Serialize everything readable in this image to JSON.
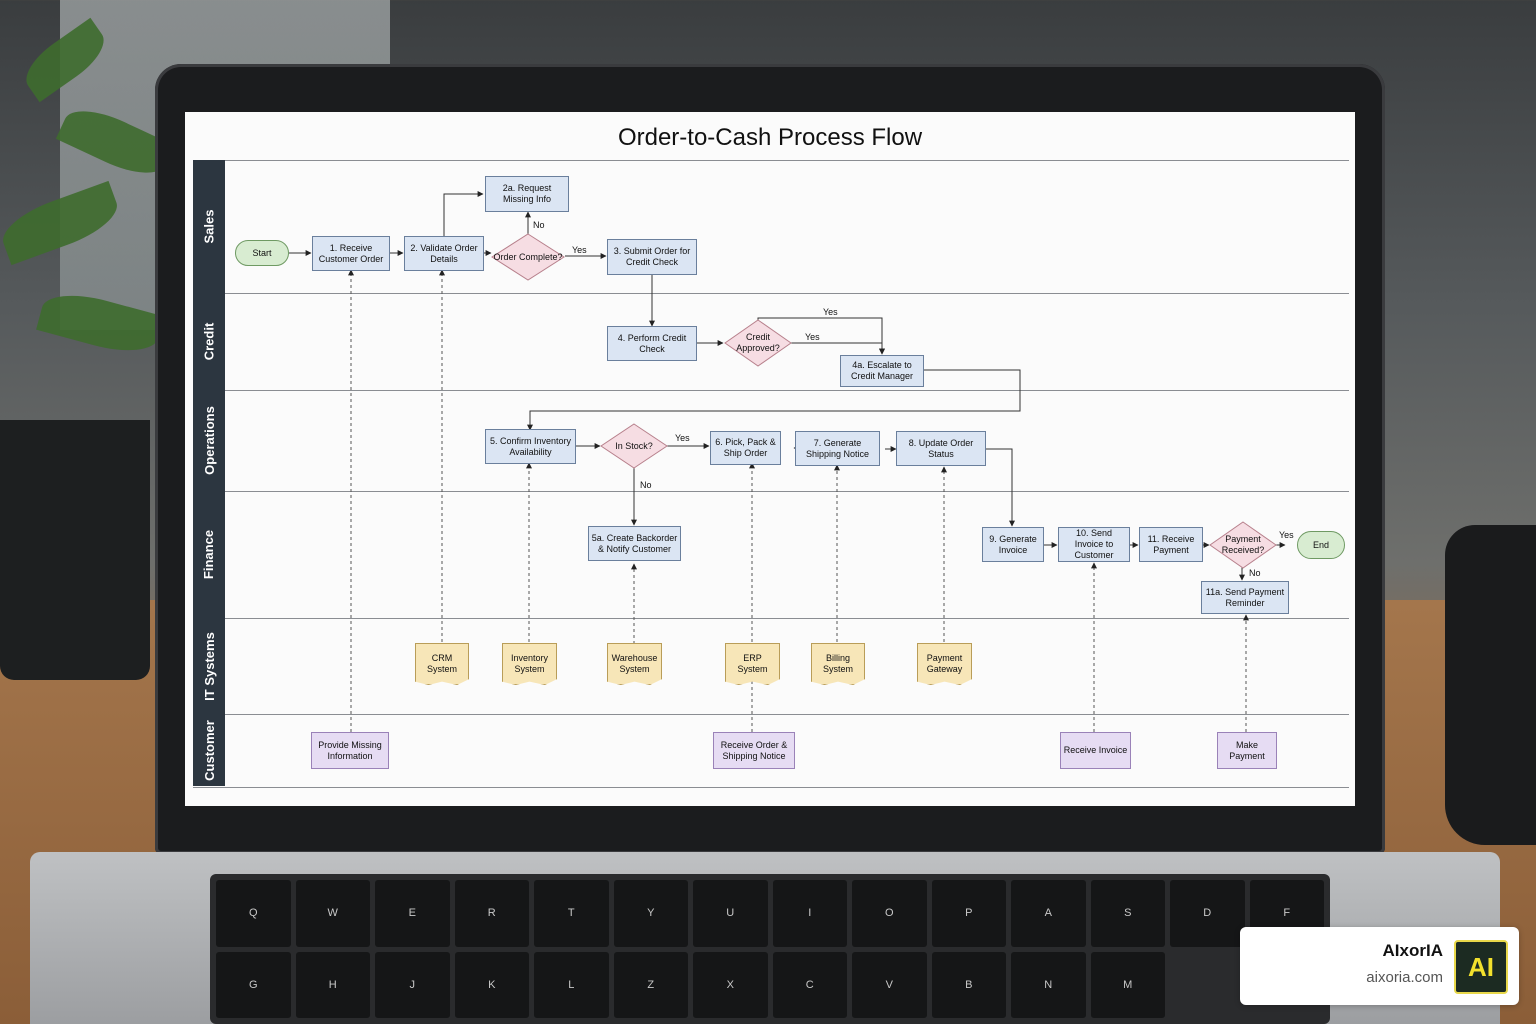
{
  "diagram": {
    "title": "Order-to-Cash Process Flow",
    "lanes": [
      "Sales",
      "Credit",
      "Operations",
      "Finance",
      "IT Systems",
      "Customer"
    ],
    "nodes": {
      "start": "Start",
      "receive_order": "1. Receive Customer Order",
      "validate_order": "2. Validate Order Details",
      "order_complete": "Order Complete?",
      "request_info": "2a. Request Missing Info",
      "submit_credit": "3. Submit Order for Credit Check",
      "perform_credit": "4. Perform Credit Check",
      "credit_approved": "Credit Approved?",
      "escalate": "4a. Escalate to Credit Manager",
      "confirm_inventory": "5. Confirm Inventory Availability",
      "in_stock": "In Stock?",
      "backorder": "5a. Create Backorder & Notify Customer",
      "pick_pack": "6. Pick, Pack & Ship Order",
      "shipping_notice": "7. Generate Shipping Notice",
      "update_status": "8. Update Order Status",
      "generate_invoice": "9. Generate Invoice",
      "send_invoice": "10. Send Invoice to Customer",
      "receive_payment": "11. Receive Payment",
      "payment_received": "Payment Received?",
      "end": "End",
      "payment_reminder": "11a. Send Payment Reminder",
      "crm": "CRM System",
      "inventory_system": "Inventory System",
      "warehouse_system": "Warehouse System",
      "erp": "ERP System",
      "billing": "Billing System",
      "gateway": "Payment Gateway",
      "provide_info": "Provide Missing Information",
      "receive_shipping": "Receive Order & Shipping Notice",
      "receive_invoice": "Receive Invoice",
      "make_payment": "Make Payment"
    },
    "edge_labels": {
      "no_1": "No",
      "yes_1": "Yes",
      "yes_2": "Yes",
      "yes_3": "Yes",
      "yes_4": "Yes",
      "no_2": "No",
      "yes_5": "Yes",
      "no_3": "No"
    }
  },
  "keyboard": {
    "keys": [
      "Q",
      "W",
      "E",
      "R",
      "T",
      "Y",
      "U",
      "I",
      "O",
      "P",
      "A",
      "S",
      "D",
      "F",
      "G",
      "H",
      "J",
      "K",
      "L",
      "Z",
      "X",
      "C",
      "V",
      "B",
      "N",
      "M"
    ]
  },
  "watermark": {
    "name": "AIxorIA",
    "url": "aixoria.com",
    "logo_text": "AI",
    "colors": {
      "logo_bg": "#1c2b22",
      "logo_fg": "#f2e12d"
    }
  }
}
